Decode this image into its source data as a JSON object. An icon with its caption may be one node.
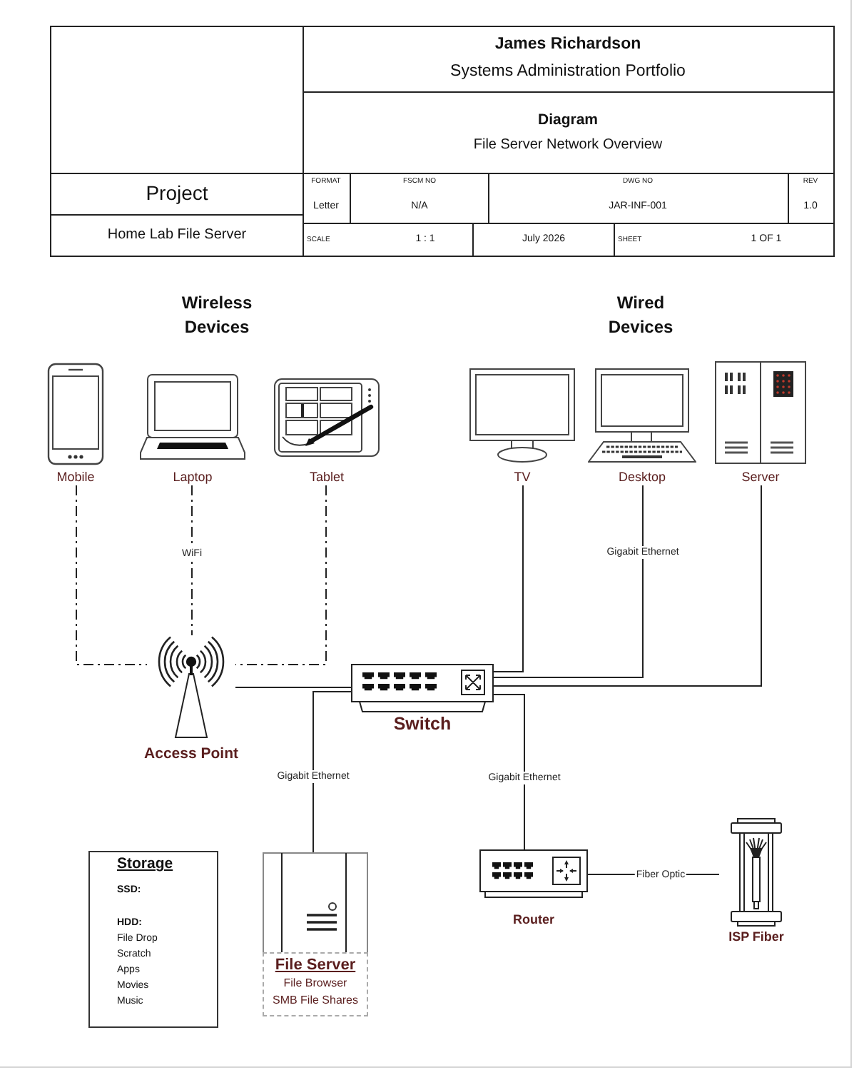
{
  "diagram": {
    "nodes": [
      {
        "text": [
          "Mobile"
        ]
      },
      {
        "text": [
          "Laptop"
        ]
      },
      {
        "text": [
          "Tablet"
        ]
      },
      {
        "text": [
          "TV"
        ]
      },
      {
        "text": [
          "Desktop"
        ]
      },
      {
        "text": [
          "Server"
        ]
      },
      {
        "text": [
          "Access Point"
        ]
      },
      {
        "text": [
          "Switch"
        ]
      },
      {
        "text": [
          "File Server",
          "File Browser",
          "SMB File Shares"
        ]
      },
      {
        "text": [
          "Router"
        ]
      },
      {
        "text": [
          "ISP Fiber"
        ]
      },
      {
        "text": [
          "Storage",
          "SSD:",
          "HDD:",
          "File Drop",
          "Scratch",
          "Apps",
          "Movies",
          "Music"
        ]
      }
    ],
    "edges": [
      {
        "from": 0,
        "to": 6,
        "arrow": "none",
        "style": "dashed"
      },
      {
        "from": 1,
        "to": 6,
        "arrow": "none",
        "style": "dashed",
        "label": "WiFi"
      },
      {
        "from": 2,
        "to": 6,
        "arrow": "none",
        "style": "dashed"
      },
      {
        "from": 6,
        "to": 7,
        "arrow": "none"
      },
      {
        "from": 7,
        "to": 3,
        "arrow": "none"
      },
      {
        "from": 7,
        "to": 4,
        "arrow": "none",
        "label": "Gigabit Ethernet"
      },
      {
        "from": 7,
        "to": 5,
        "arrow": "none"
      },
      {
        "from": 7,
        "to": 8,
        "arrow": "none",
        "label": "Gigabit Ethernet"
      },
      {
        "from": 7,
        "to": 9,
        "arrow": "none",
        "label": "Gigabit Ethernet"
      },
      {
        "from": 9,
        "to": 10,
        "arrow": "none",
        "label": "Fiber Optic"
      }
    ],
    "labels": [
      "James Richardson",
      "Systems Administration Portfolio",
      "Diagram",
      "File Server Network Overview",
      "Project",
      "Home Lab File Server",
      "FORMAT",
      "FSCM NO",
      "DWG NO",
      "REV",
      "Letter",
      "N/A",
      "JAR-INF-001",
      "1.0",
      "SCALE",
      "1 : 1",
      "July 2026",
      "SHEET",
      "1 OF 1",
      "Wireless Devices",
      "Wired Devices"
    ]
  }
}
